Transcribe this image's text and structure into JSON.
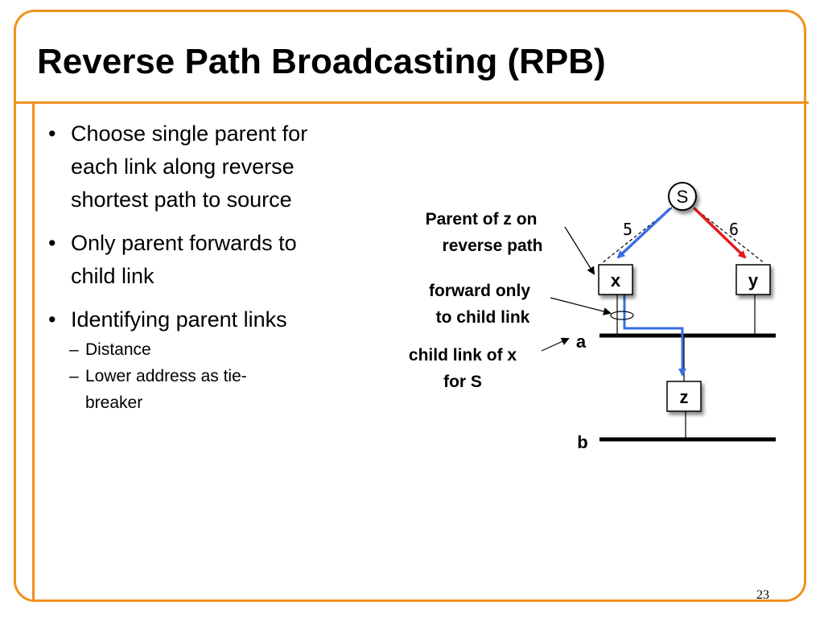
{
  "slide": {
    "title": "Reverse Path Broadcasting (RPB)",
    "number": "23",
    "accent_color": "#f0921f"
  },
  "bullets": [
    {
      "lines": [
        "Choose single parent for",
        "each link along reverse",
        "shortest path to source"
      ]
    },
    {
      "lines": [
        "Only parent forwards to",
        "child link"
      ]
    },
    {
      "lines": [
        "Identifying parent links"
      ],
      "subitems": [
        [
          "Distance"
        ],
        [
          "Lower address as tie-",
          "breaker"
        ]
      ]
    }
  ],
  "diagram": {
    "nodes": {
      "source": "S",
      "x": "x",
      "y": "y",
      "z": "z"
    },
    "edge_costs": {
      "s_to_x": "5",
      "s_to_y": "6"
    },
    "links": {
      "a": "a",
      "b": "b"
    },
    "annotations": {
      "parent_of_z": [
        "Parent of z on",
        "reverse path"
      ],
      "forward_only": [
        "forward only",
        "to child link"
      ],
      "child_link": [
        "child link of x",
        "for S"
      ]
    },
    "colors": {
      "blue_path": "#3a6ee6",
      "red_path": "#e41a1a"
    }
  }
}
